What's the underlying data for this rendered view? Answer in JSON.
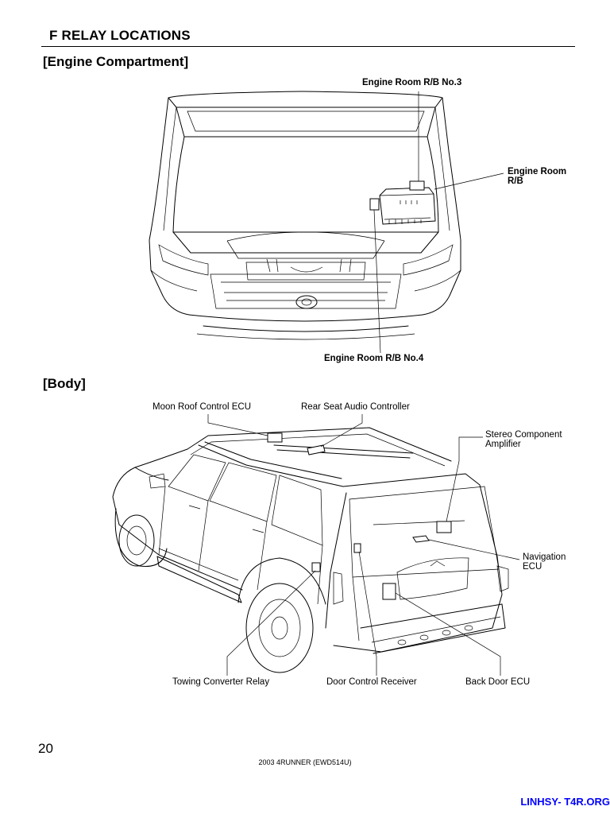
{
  "header": {
    "section_title": "F  RELAY LOCATIONS",
    "engine_subtitle": "[Engine Compartment]",
    "body_subtitle": "[Body]"
  },
  "engine_labels": {
    "rb_no3": "Engine Room R/B No.3",
    "rb_line1": "Engine Room",
    "rb_line2": "R/B",
    "rb_no4": "Engine Room R/B No.4"
  },
  "body_labels": {
    "moon_roof": "Moon Roof Control ECU",
    "rear_seat_audio": "Rear Seat Audio Controller",
    "stereo_line1": "Stereo Component",
    "stereo_line2": "Amplifier",
    "nav_line1": "Navigation",
    "nav_line2": "ECU",
    "towing": "Towing Converter Relay",
    "door_control": "Door Control Receiver",
    "back_door": "Back Door ECU"
  },
  "footer": {
    "page_number": "20",
    "model_code": "2003 4RUNNER (EWD514U)",
    "watermark": "LINHSY- T4R.ORG"
  }
}
